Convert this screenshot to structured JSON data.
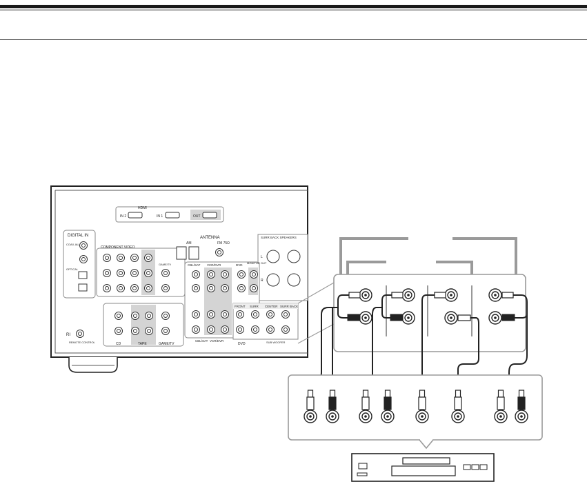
{
  "receiver_panel": {
    "hdmi_label": "HDMI",
    "hdmi_in2": "IN 2",
    "hdmi_in1": "IN 1",
    "hdmi_out": "OUT",
    "digital_in": "DIGITAL IN",
    "coaxial": "COAX-IAL",
    "optical": "OPTICAL",
    "component_video": "COMPONENT VIDEO",
    "antenna": "ANTENNA",
    "am": "AM",
    "fm": "FM 75Ω",
    "surr_back_speakers": "SURR BACK SPEAKERS",
    "tape": "TAPE",
    "cd": "CD",
    "game_tv": "GAME/TV",
    "cbl_sat": "CBL/SAT",
    "vcr_dvr": "VCR/DVR",
    "dvd": "DVD",
    "monitor_out": "MONITOR OUT",
    "front": "FRONT",
    "surr": "SURR",
    "center": "CENTER",
    "surr_back": "SURR BACK",
    "sub_woofer": "SUB WOOFER",
    "remote_control": "REMOTE CONTROL",
    "ri": "RI",
    "in": "IN",
    "out": "OUT",
    "l": "L",
    "r": "R"
  }
}
